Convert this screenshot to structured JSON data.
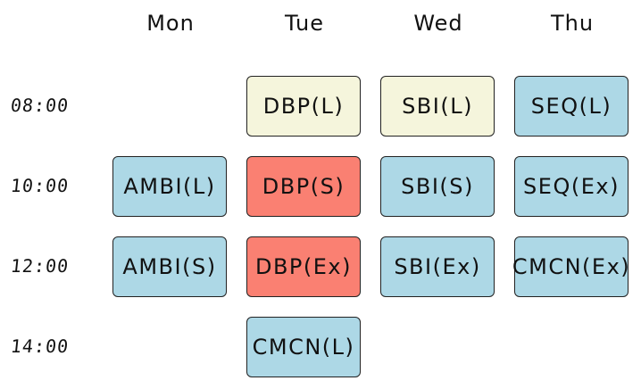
{
  "days": [
    "Mon",
    "Tue",
    "Wed",
    "Thu"
  ],
  "times": [
    "08:00",
    "10:00",
    "12:00",
    "14:00"
  ],
  "colors": {
    "lecture_pale": "#f5f5dc",
    "blue": "#add8e6",
    "red": "#fa8072"
  },
  "cells": [
    {
      "label": "DBP(L)",
      "day": 1,
      "slot": 0,
      "color": "#f5f5dc"
    },
    {
      "label": "SBI(L)",
      "day": 2,
      "slot": 0,
      "color": "#f5f5dc"
    },
    {
      "label": "SEQ(L)",
      "day": 3,
      "slot": 0,
      "color": "#add8e6"
    },
    {
      "label": "AMBI(L)",
      "day": 0,
      "slot": 1,
      "color": "#add8e6"
    },
    {
      "label": "DBP(S)",
      "day": 1,
      "slot": 1,
      "color": "#fa8072"
    },
    {
      "label": "SBI(S)",
      "day": 2,
      "slot": 1,
      "color": "#add8e6"
    },
    {
      "label": "SEQ(Ex)",
      "day": 3,
      "slot": 1,
      "color": "#add8e6"
    },
    {
      "label": "AMBI(S)",
      "day": 0,
      "slot": 2,
      "color": "#add8e6"
    },
    {
      "label": "DBP(Ex)",
      "day": 1,
      "slot": 2,
      "color": "#fa8072"
    },
    {
      "label": "SBI(Ex)",
      "day": 2,
      "slot": 2,
      "color": "#add8e6"
    },
    {
      "label": "CMCN(Ex)",
      "day": 3,
      "slot": 2,
      "color": "#add8e6"
    },
    {
      "label": "CMCN(L)",
      "day": 1,
      "slot": 3,
      "color": "#add8e6"
    }
  ]
}
